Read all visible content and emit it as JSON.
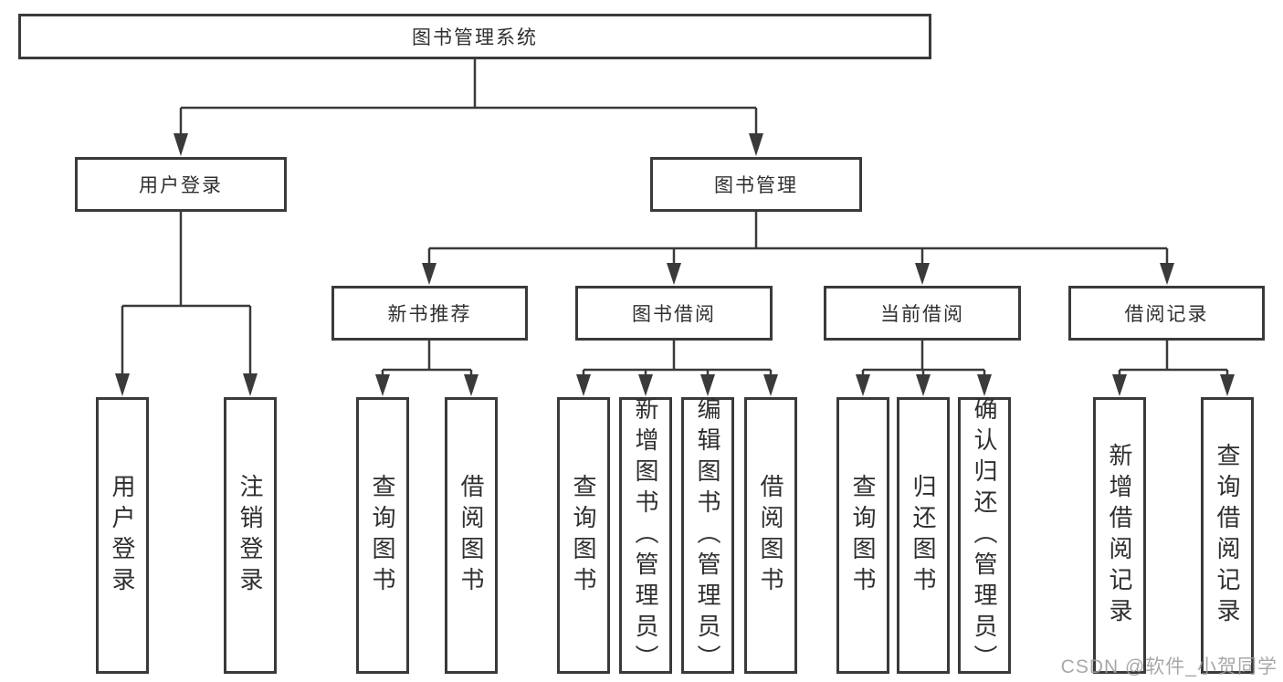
{
  "watermark": "CSDN @软件_小贺同学",
  "tree": {
    "root": "图书管理系统",
    "branches": [
      {
        "label": "用户登录",
        "children": [
          "用户登录",
          "注销登录"
        ]
      },
      {
        "label": "图书管理",
        "sections": [
          {
            "label": "新书推荐",
            "children": [
              "查询图书",
              "借阅图书"
            ]
          },
          {
            "label": "图书借阅",
            "children": [
              "查询图书",
              "新增图书（管理员）",
              "编辑图书（管理员）",
              "借阅图书"
            ]
          },
          {
            "label": "当前借阅",
            "children": [
              "查询图书",
              "归还图书",
              "确认归还（管理员）"
            ]
          },
          {
            "label": "借阅记录",
            "children": [
              "新增借阅记录",
              "查询借阅记录"
            ]
          }
        ]
      }
    ]
  }
}
